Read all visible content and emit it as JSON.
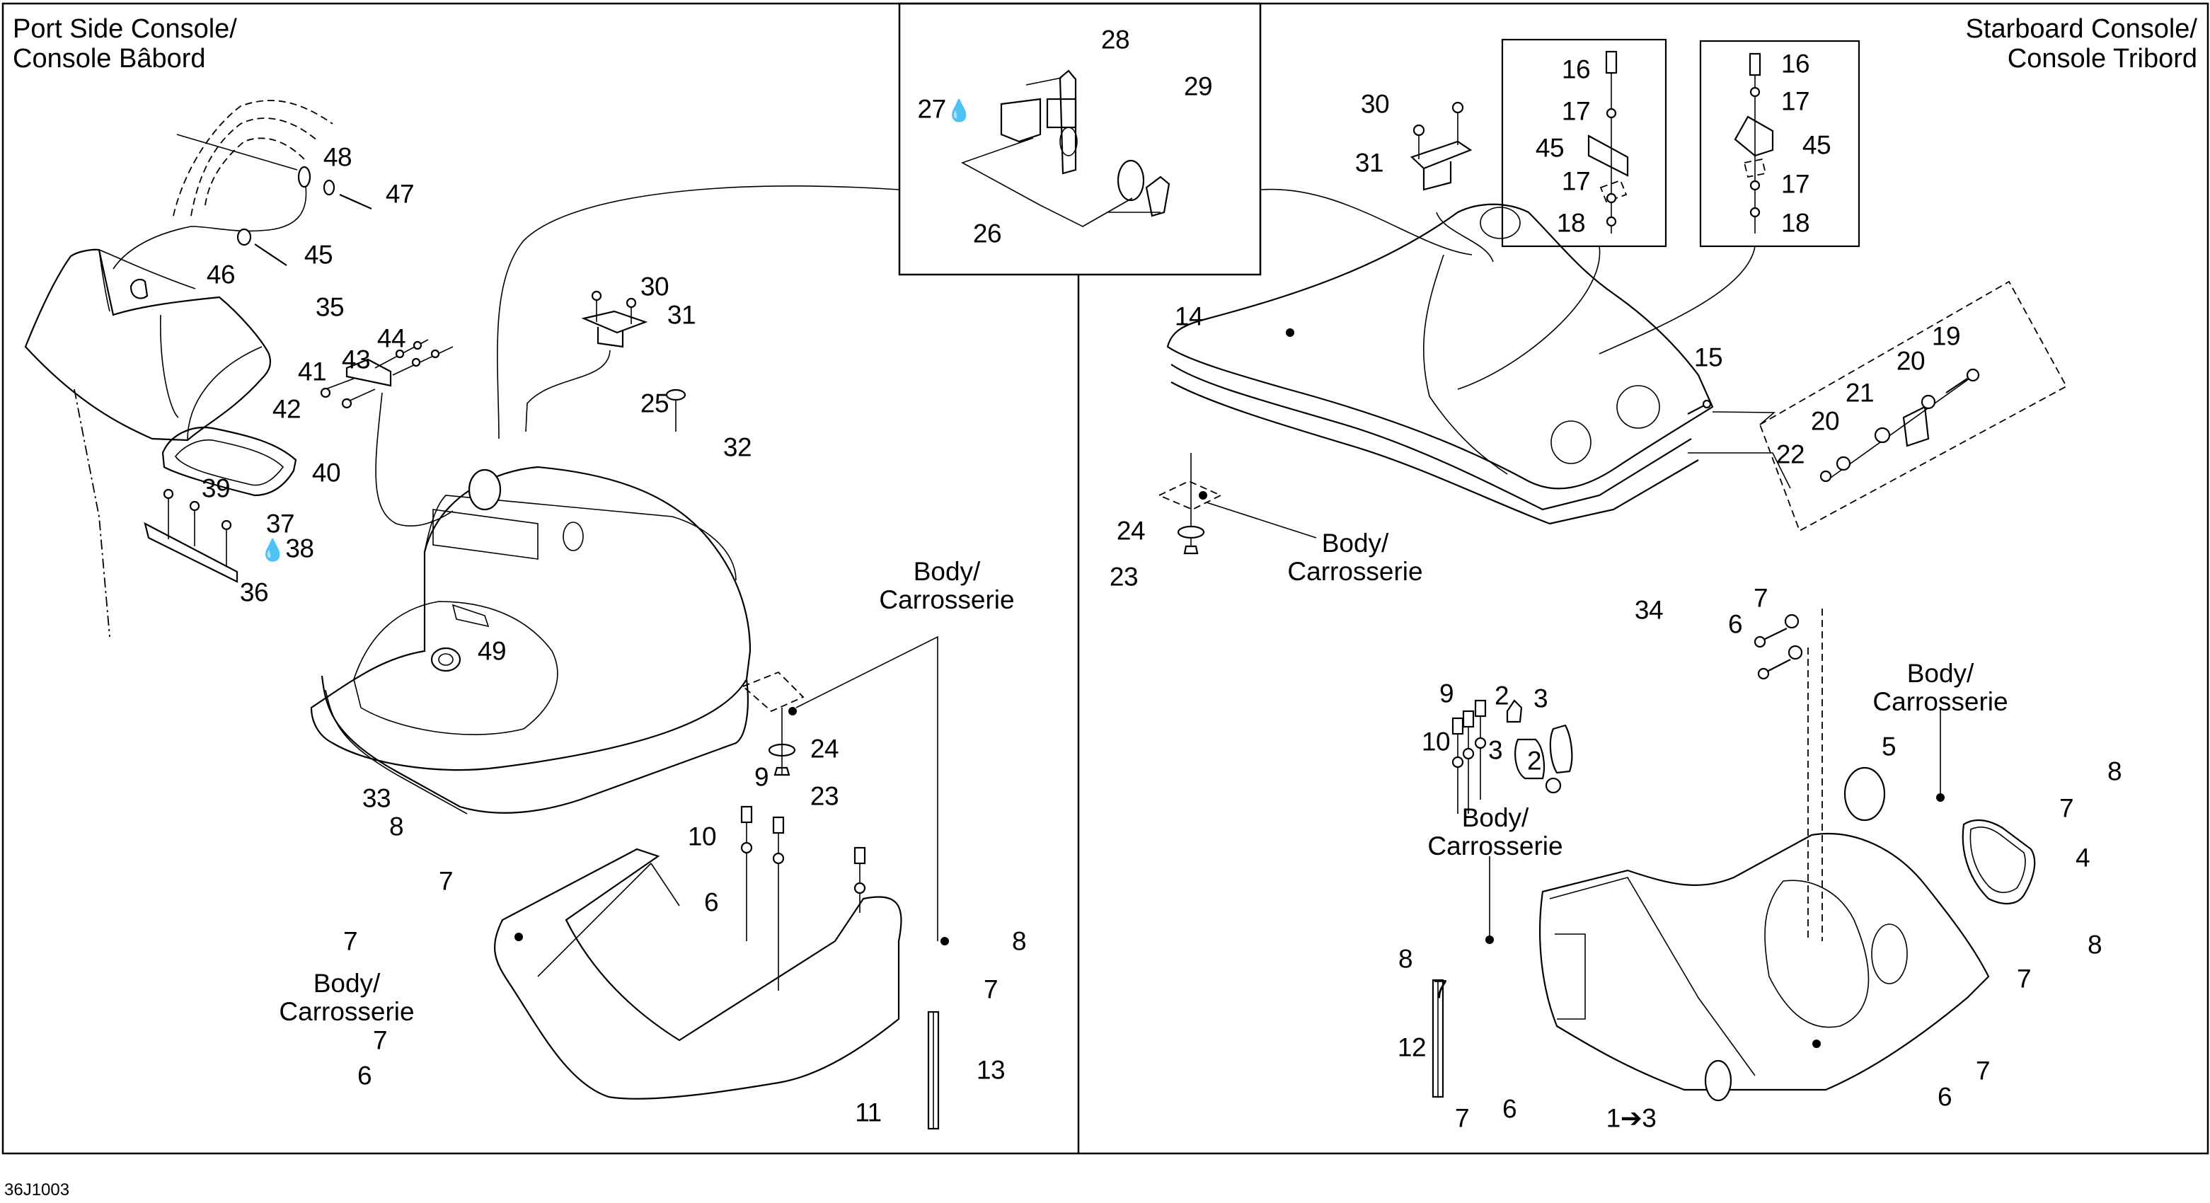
{
  "titles": {
    "port": [
      "Port Side Console/",
      "Console Bâbord"
    ],
    "starboard": [
      "Starboard Console/",
      "Console Tribord"
    ]
  },
  "body_label": [
    "Body/",
    "Carrosserie"
  ],
  "drawing_code": "36J1003",
  "callouts": {
    "port": [
      {
        "id": "48",
        "text": "48"
      },
      {
        "id": "47",
        "text": "47"
      },
      {
        "id": "45",
        "text": "45"
      },
      {
        "id": "46",
        "text": "46"
      },
      {
        "id": "35",
        "text": "35"
      },
      {
        "id": "44",
        "text": "44"
      },
      {
        "id": "43",
        "text": "43"
      },
      {
        "id": "41",
        "text": "41"
      },
      {
        "id": "42",
        "text": "42"
      },
      {
        "id": "40",
        "text": "40"
      },
      {
        "id": "39",
        "text": "39"
      },
      {
        "id": "37",
        "text": "37"
      },
      {
        "id": "38",
        "text": "38"
      },
      {
        "id": "36",
        "text": "36"
      },
      {
        "id": "30",
        "text": "30"
      },
      {
        "id": "31",
        "text": "31"
      },
      {
        "id": "25",
        "text": "25"
      },
      {
        "id": "32",
        "text": "32"
      },
      {
        "id": "49",
        "text": "49"
      },
      {
        "id": "33",
        "text": "33"
      },
      {
        "id": "24",
        "text": "24"
      },
      {
        "id": "23",
        "text": "23"
      },
      {
        "id": "9",
        "text": "9"
      },
      {
        "id": "10",
        "text": "10"
      },
      {
        "id": "8a",
        "text": "8"
      },
      {
        "id": "7a",
        "text": "7"
      },
      {
        "id": "7b",
        "text": "7"
      },
      {
        "id": "6a",
        "text": "6"
      },
      {
        "id": "8b",
        "text": "8"
      },
      {
        "id": "7c",
        "text": "7"
      },
      {
        "id": "7d",
        "text": "7"
      },
      {
        "id": "6b",
        "text": "6"
      },
      {
        "id": "11",
        "text": "11"
      },
      {
        "id": "13",
        "text": "13"
      }
    ],
    "inset": [
      {
        "id": "28",
        "text": "28"
      },
      {
        "id": "29",
        "text": "29"
      },
      {
        "id": "27",
        "text": "27"
      },
      {
        "id": "26",
        "text": "26"
      }
    ],
    "starboard": [
      {
        "id": "30",
        "text": "30"
      },
      {
        "id": "31",
        "text": "31"
      },
      {
        "id": "14",
        "text": "14"
      },
      {
        "id": "15",
        "text": "15"
      },
      {
        "id": "24",
        "text": "24"
      },
      {
        "id": "23",
        "text": "23"
      },
      {
        "id": "34",
        "text": "34"
      },
      {
        "id": "16a",
        "text": "16"
      },
      {
        "id": "17a",
        "text": "17"
      },
      {
        "id": "45a",
        "text": "45"
      },
      {
        "id": "17b",
        "text": "17"
      },
      {
        "id": "18a",
        "text": "18"
      },
      {
        "id": "16b",
        "text": "16"
      },
      {
        "id": "17c",
        "text": "17"
      },
      {
        "id": "45b",
        "text": "45"
      },
      {
        "id": "17d",
        "text": "17"
      },
      {
        "id": "18b",
        "text": "18"
      },
      {
        "id": "19",
        "text": "19"
      },
      {
        "id": "20a",
        "text": "20"
      },
      {
        "id": "21",
        "text": "21"
      },
      {
        "id": "20b",
        "text": "20"
      },
      {
        "id": "22",
        "text": "22"
      },
      {
        "id": "7a",
        "text": "7"
      },
      {
        "id": "6a",
        "text": "6"
      },
      {
        "id": "9",
        "text": "9"
      },
      {
        "id": "10",
        "text": "10"
      },
      {
        "id": "2a",
        "text": "2"
      },
      {
        "id": "3a",
        "text": "3"
      },
      {
        "id": "3b",
        "text": "3"
      },
      {
        "id": "2b",
        "text": "2"
      },
      {
        "id": "5",
        "text": "5"
      },
      {
        "id": "8a",
        "text": "8"
      },
      {
        "id": "7b",
        "text": "7"
      },
      {
        "id": "4",
        "text": "4"
      },
      {
        "id": "8b",
        "text": "8"
      },
      {
        "id": "7c",
        "text": "7"
      },
      {
        "id": "8c",
        "text": "8"
      },
      {
        "id": "7d",
        "text": "7"
      },
      {
        "id": "12",
        "text": "12"
      },
      {
        "id": "7e",
        "text": "7"
      },
      {
        "id": "6b",
        "text": "6"
      },
      {
        "id": "1to3",
        "text": "1➔3"
      },
      {
        "id": "6c",
        "text": "6"
      },
      {
        "id": "7f",
        "text": "7"
      }
    ]
  },
  "icons": {
    "loctite_drop": "💧-like solid drop (thread locker symbol)"
  }
}
